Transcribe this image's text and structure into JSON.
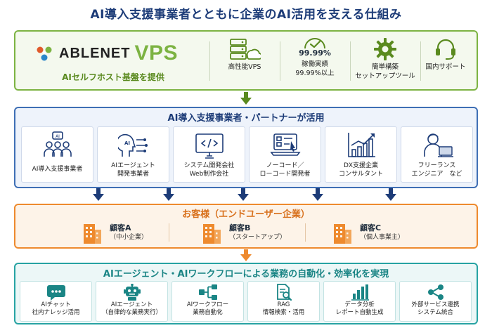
{
  "title": "AI導入支援事業者とともに企業のAI活用を支える仕組み",
  "platform": {
    "logo_word": "ABLENET",
    "logo_vps": "VPS",
    "tagline": "AIセルフホスト基盤を提供",
    "features": [
      {
        "icon": "server-cloud-icon",
        "line1": "高性能VPS",
        "line2": ""
      },
      {
        "icon": "gauge-icon",
        "value": "99.99%",
        "line1": "稼働実績",
        "line2": "99.99%以上"
      },
      {
        "icon": "gear-icon",
        "line1": "簡単構築",
        "line2": "セットアップツール"
      },
      {
        "icon": "headset-icon",
        "line1": "国内サポート",
        "line2": ""
      }
    ],
    "color": "#7cb342"
  },
  "partners": {
    "heading": "AI導入支援事業者・パートナーが活用",
    "items": [
      {
        "icon": "team-icon",
        "line1": "AI導入支援事業者",
        "line2": ""
      },
      {
        "icon": "ai-head-icon",
        "line1": "AIエージェント",
        "line2": "開発事業者"
      },
      {
        "icon": "code-monitor-icon",
        "line1": "システム開発会社",
        "line2": "Web制作会社"
      },
      {
        "icon": "nocode-laptop-icon",
        "line1": "ノーコード／",
        "line2": "ローコード開発者"
      },
      {
        "icon": "growth-chart-icon",
        "line1": "DX支援企業",
        "line2": "コンサルタント"
      },
      {
        "icon": "freelancer-icon",
        "line1": "フリーランス",
        "line2": "エンジニア　など"
      }
    ],
    "color": "#3f6fb5"
  },
  "customers": {
    "heading": "お客様（エンドユーザー企業）",
    "items": [
      {
        "icon": "building-icon",
        "name": "顧客A",
        "sub": "（中小企業）"
      },
      {
        "icon": "building-icon",
        "name": "顧客B",
        "sub": "（スタートアップ）"
      },
      {
        "icon": "building-icon",
        "name": "顧客C",
        "sub": "（個人事業主）"
      }
    ],
    "color": "#ee8a2e"
  },
  "outcomes": {
    "heading": "AIエージェント・AIワークフローによる業務の自動化・効率化を実現",
    "items": [
      {
        "icon": "chat-bubble-icon",
        "line1": "AIチャット",
        "line2": "社内ナレッジ活用"
      },
      {
        "icon": "robot-icon",
        "line1": "AIエージェント",
        "line2": "（自律的な業務実行）"
      },
      {
        "icon": "workflow-icon",
        "line1": "AIワークフロー",
        "line2": "業務自動化"
      },
      {
        "icon": "doc-search-icon",
        "line1": "RAG",
        "line2": "情報検索・活用"
      },
      {
        "icon": "bar-chart-icon",
        "line1": "データ分析",
        "line2": "レポート自動生成"
      },
      {
        "icon": "share-icon",
        "line1": "外部サービス連携",
        "line2": "システム統合"
      }
    ],
    "color": "#27a3a3"
  }
}
